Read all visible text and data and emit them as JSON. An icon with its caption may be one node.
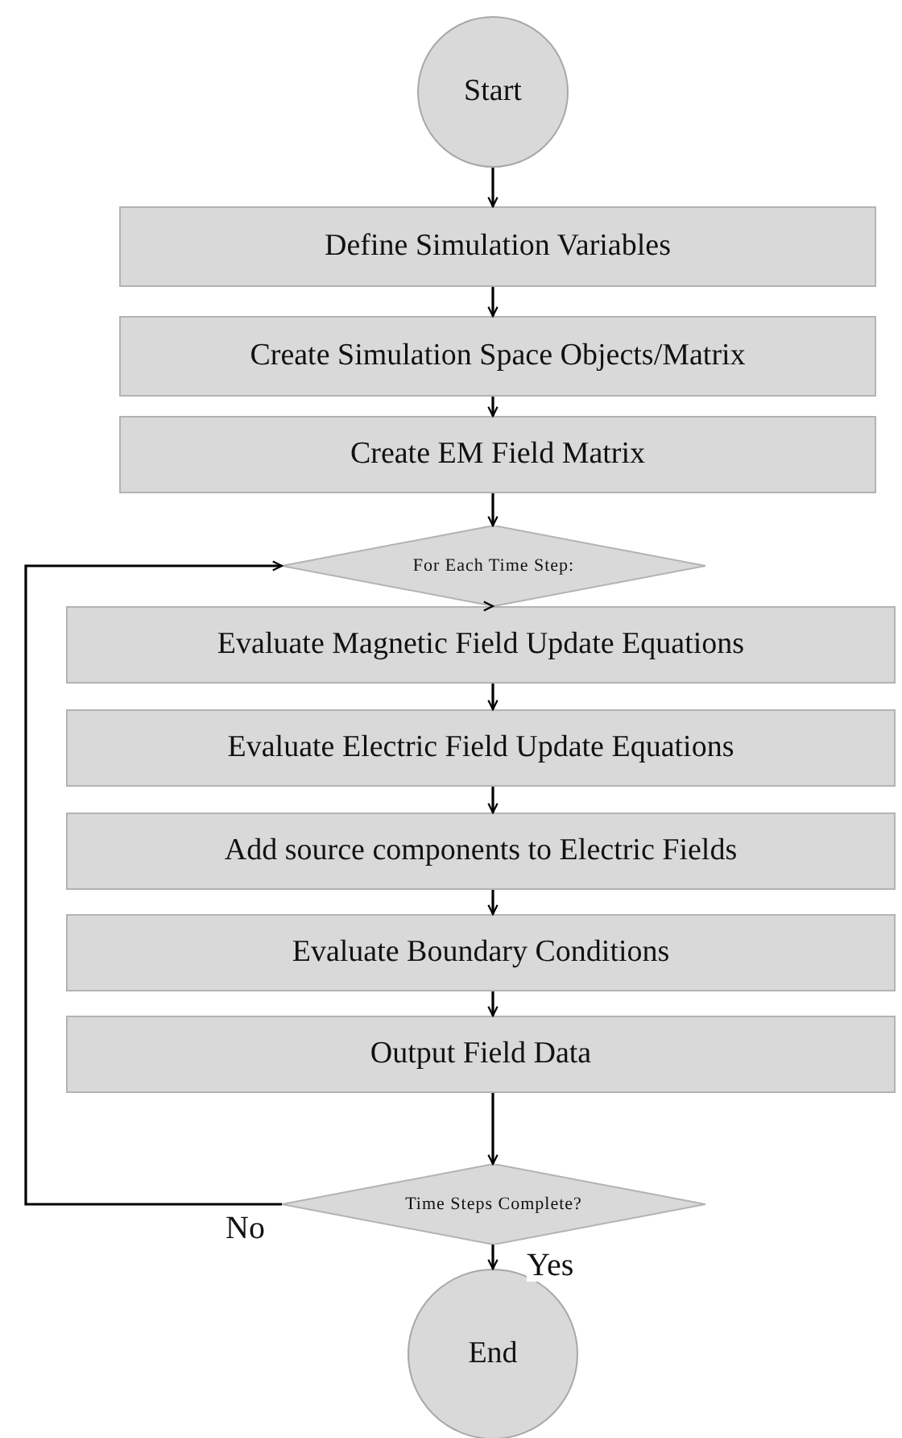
{
  "diagram": {
    "nodes": [
      {
        "text": [
          "Start"
        ]
      },
      {
        "text": [
          "Define Simulation Variables"
        ]
      },
      {
        "text": [
          "Create Simulation Space Objects/Matrix"
        ]
      },
      {
        "text": [
          "Create EM Field Matrix"
        ]
      },
      {
        "text": [
          "For Each Time Step:"
        ]
      },
      {
        "text": [
          "Evaluate Magnetic Field Update Equations"
        ]
      },
      {
        "text": [
          "Evaluate Electric Field Update Equations"
        ]
      },
      {
        "text": [
          "Add source components to Electric Fields"
        ]
      },
      {
        "text": [
          "Evaluate Boundary Conditions"
        ]
      },
      {
        "text": [
          "Output Field Data"
        ]
      },
      {
        "text": [
          "Time Steps Complete?"
        ]
      },
      {
        "text": [
          "End"
        ]
      }
    ],
    "edges": [
      {
        "from": 0,
        "to": 1,
        "arrow": "to"
      },
      {
        "from": 1,
        "to": 2,
        "arrow": "to"
      },
      {
        "from": 2,
        "to": 3,
        "arrow": "to"
      },
      {
        "from": 3,
        "to": 4,
        "arrow": "to"
      },
      {
        "from": 4,
        "to": 5,
        "arrow": "to"
      },
      {
        "from": 5,
        "to": 6,
        "arrow": "to"
      },
      {
        "from": 6,
        "to": 7,
        "arrow": "to"
      },
      {
        "from": 7,
        "to": 8,
        "arrow": "to"
      },
      {
        "from": 8,
        "to": 9,
        "arrow": "to"
      },
      {
        "from": 9,
        "to": 10,
        "arrow": "to"
      },
      {
        "from": 10,
        "to": 4,
        "arrow": "to",
        "label": "No"
      },
      {
        "from": 10,
        "to": 11,
        "arrow": "to",
        "label": "Yes"
      }
    ]
  }
}
